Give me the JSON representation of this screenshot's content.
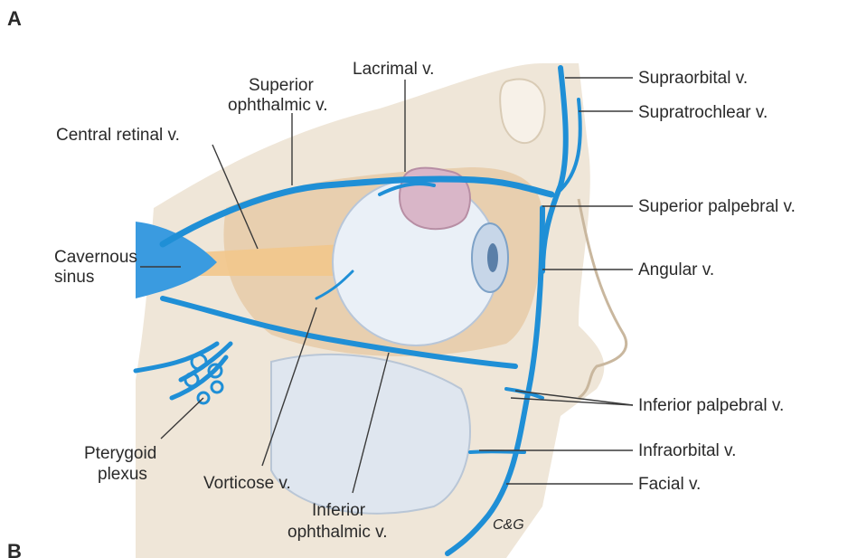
{
  "panel_labels": {
    "top": "A",
    "bottom": "B"
  },
  "artist_mark": "C&G",
  "labels": {
    "supraorbital": "Supraorbital v.",
    "supratrochlear": "Supratrochlear v.",
    "superior_palpebral": "Superior palpebral v.",
    "angular": "Angular v.",
    "inferior_palpebral": "Inferior palpebral v.",
    "infraorbital": "Infraorbital v.",
    "facial": "Facial v.",
    "lacrimal": "Lacrimal v.",
    "superior_ophthalmic_line1": "Superior",
    "superior_ophthalmic_line2": "ophthalmic v.",
    "central_retinal": "Central retinal v.",
    "cavernous_line1": "Cavernous",
    "cavernous_line2": "sinus",
    "pterygoid_line1": "Pterygoid",
    "pterygoid_line2": "plexus",
    "vorticose": "Vorticose v.",
    "inferior_ophthalmic_line1": "Inferior",
    "inferior_ophthalmic_line2": "ophthalmic v."
  },
  "colors": {
    "vein": "#1f8fd6",
    "bone": "#eadfcf",
    "orbit_fat": "#e4c9a8",
    "globe": "#e8eef6",
    "nerve": "#f0c68a",
    "lacrimal_gland": "#d7b4c6",
    "sinus": "#cfd9e6"
  }
}
